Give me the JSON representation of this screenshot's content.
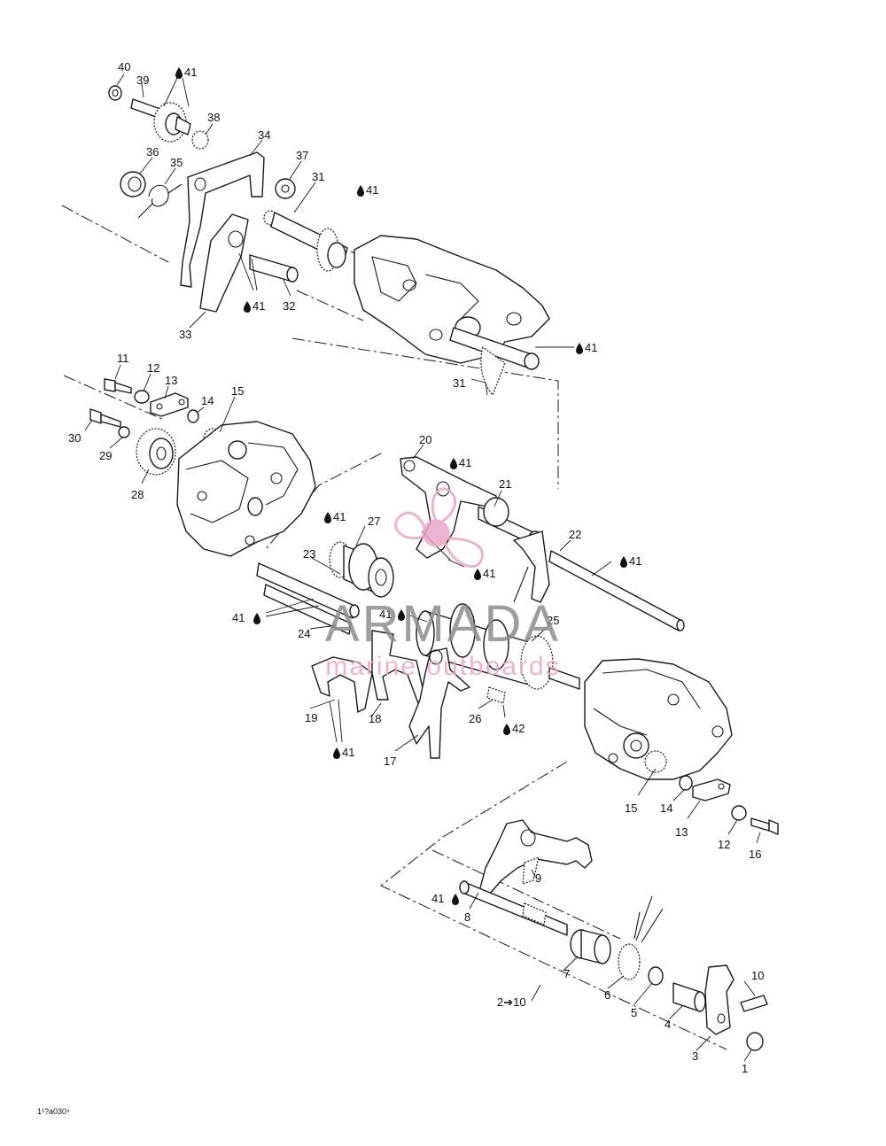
{
  "labels": {
    "l40": "40",
    "l39": "39",
    "l41a": "41",
    "l38": "38",
    "l36": "36",
    "l35": "35",
    "l34": "34",
    "l37": "37",
    "l31a": "31",
    "l41b": "41",
    "l41c": "41",
    "l32": "32",
    "l33": "33",
    "l41d": "41",
    "l31b": "31",
    "l11a": "11",
    "l12a": "12",
    "l13a": "13",
    "l14a": "14",
    "l15a": "15",
    "l30": "30",
    "l29": "29",
    "l28": "28",
    "l20": "20",
    "l41e": "41",
    "l21": "21",
    "l41f": "41",
    "l27": "27",
    "l41g": "41",
    "l23": "23",
    "l22": "22",
    "l41h": "41",
    "l41i": "41",
    "l41j": "41",
    "l24": "24",
    "l25": "25",
    "l19": "19",
    "l18": "18",
    "l26": "26",
    "l42": "42",
    "l41k": "41",
    "l17": "17",
    "l15b": "15",
    "l14b": "14",
    "l13b": "13",
    "l12b": "12",
    "l16": "16",
    "l9": "9",
    "l41l": "41",
    "l8": "8",
    "l7": "7",
    "l6": "6",
    "l5": "5",
    "l4": "4",
    "l10": "10",
    "l3": "3",
    "l1": "1",
    "l2to10": "2➔10"
  },
  "figure_code": "1¹?a030⁴",
  "watermark": {
    "brand": "ARMADA",
    "tagline": "marine outboards"
  },
  "colors": {
    "line": "#1a1a1a",
    "watermark_pink": "#e9a6c8",
    "watermark_gray": "#8c8c8c"
  }
}
